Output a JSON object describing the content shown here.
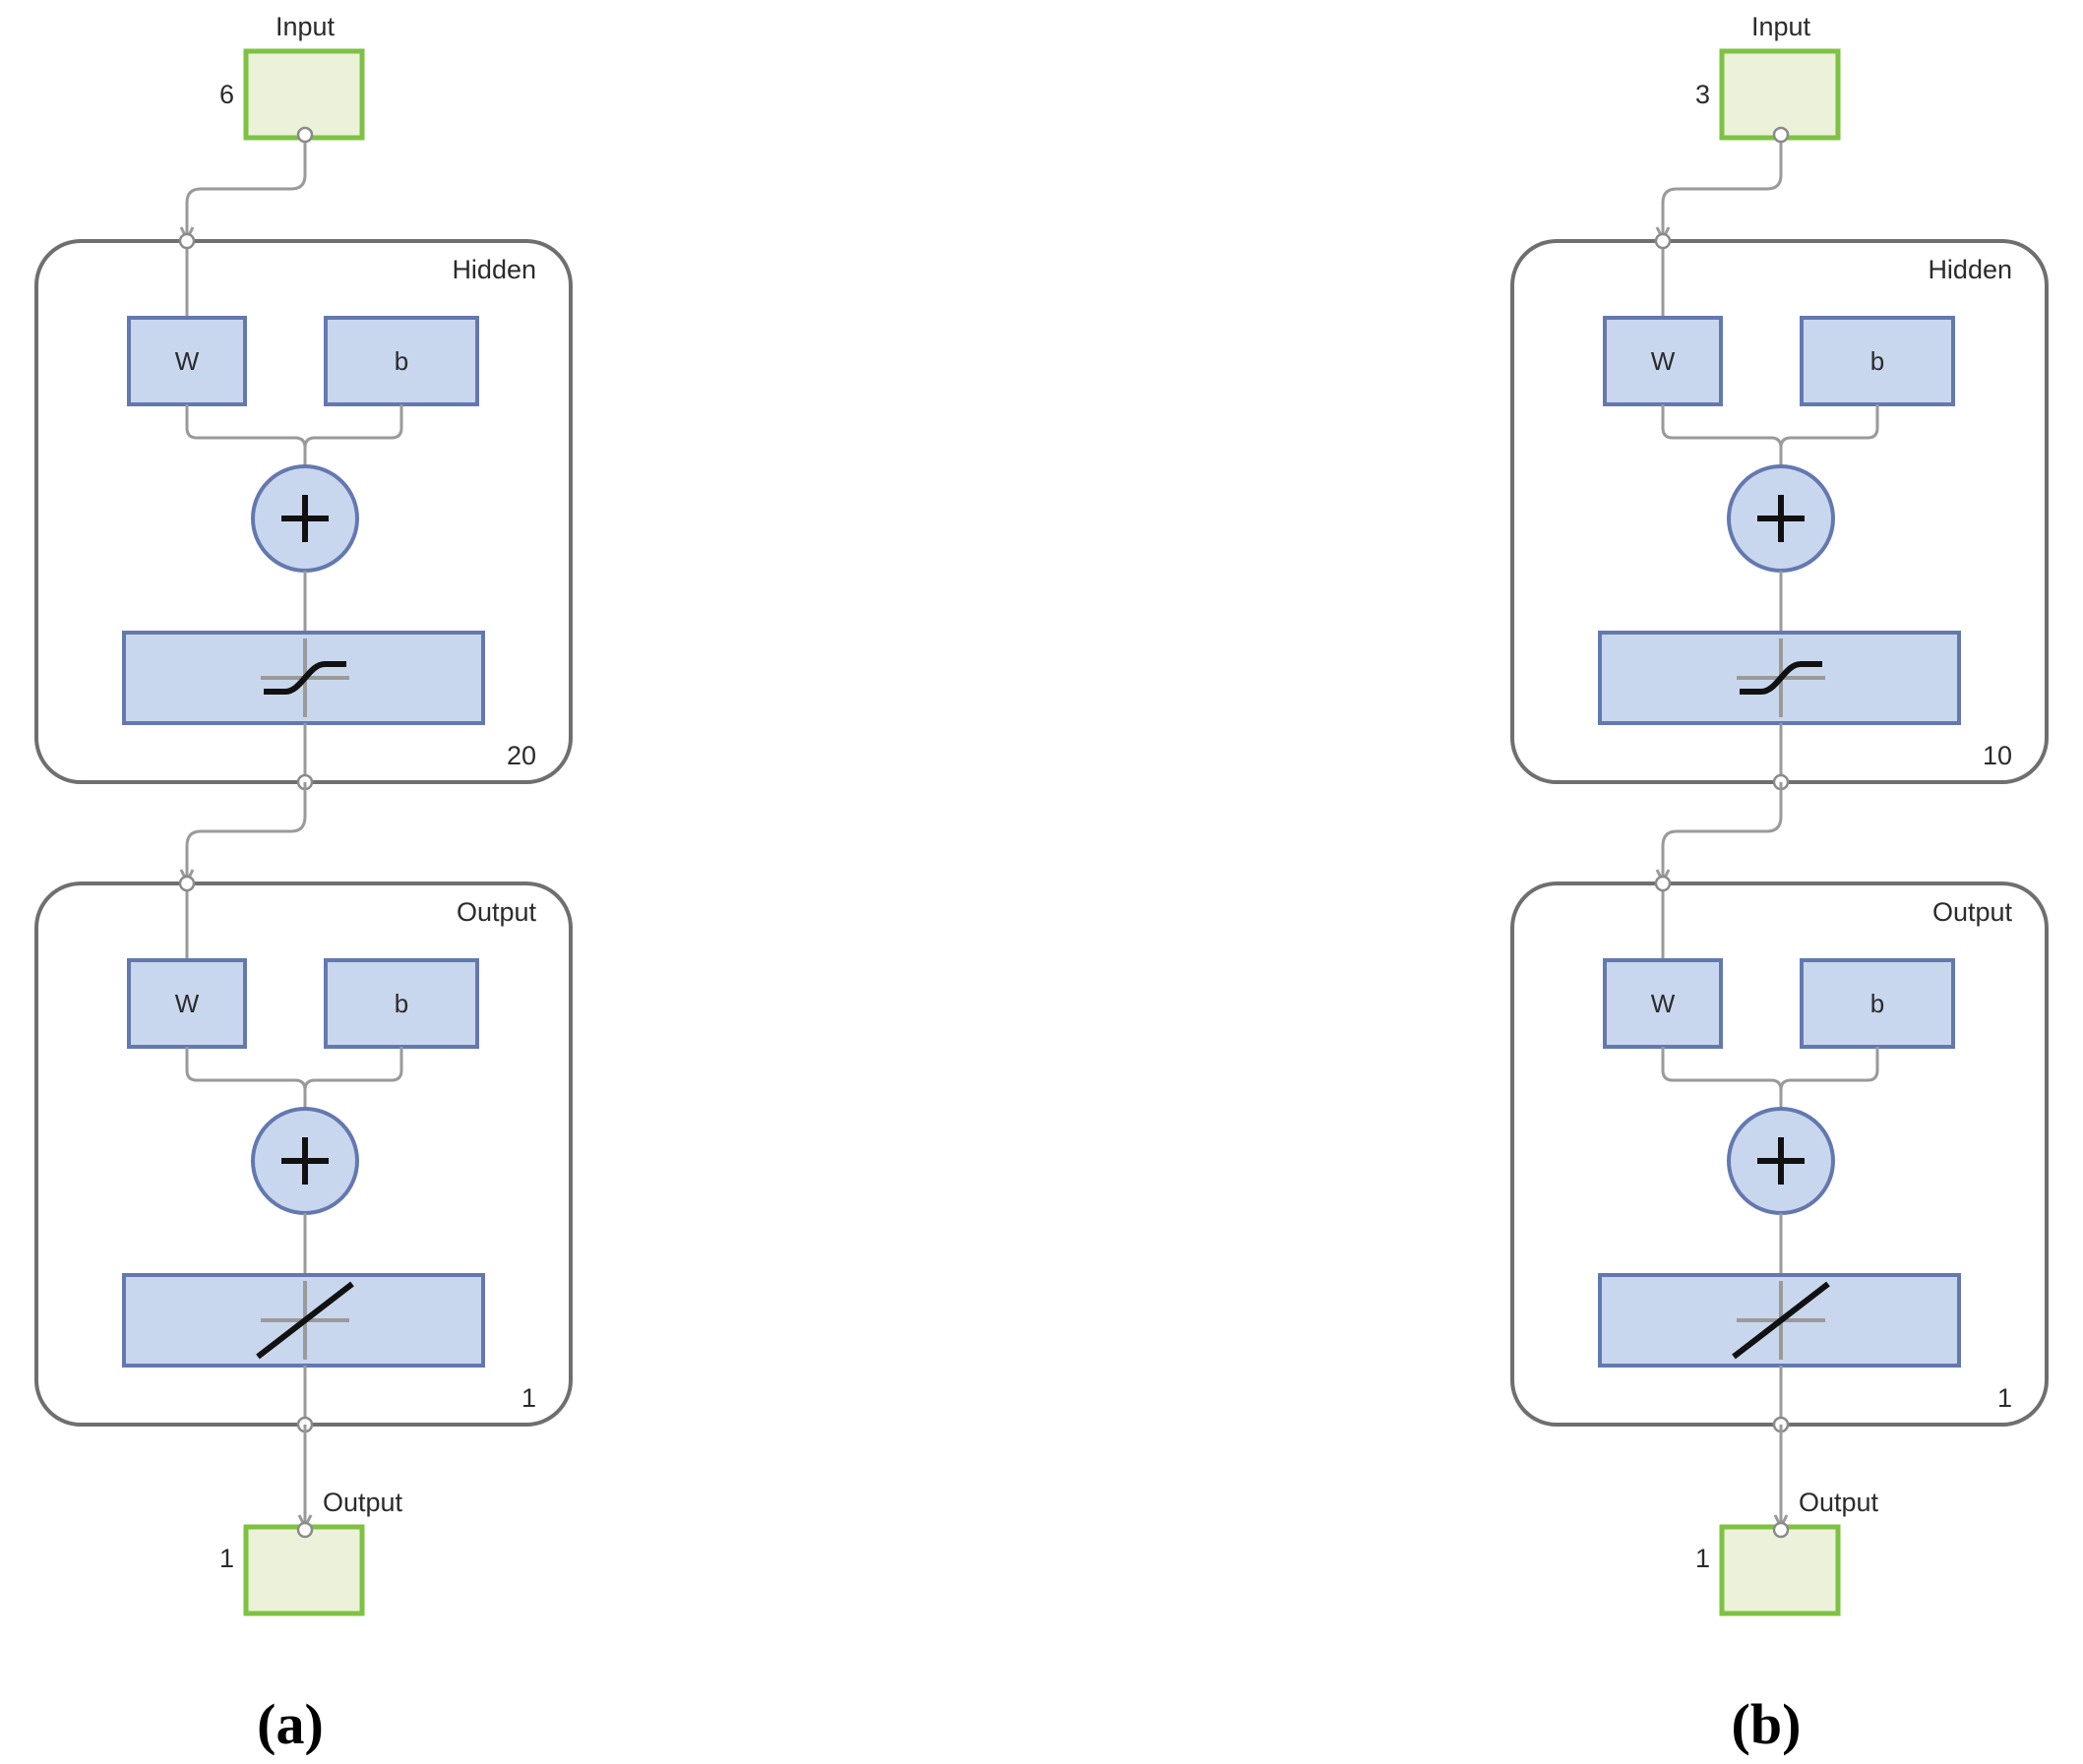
{
  "diagrams": [
    {
      "caption": "(a)",
      "input": {
        "label": "Input",
        "size": "6"
      },
      "hidden": {
        "label": "Hidden",
        "weight_label": "W",
        "bias_label": "b",
        "units": "20",
        "activation_icon": "sigmoid-icon"
      },
      "output_layer": {
        "label": "Output",
        "weight_label": "W",
        "bias_label": "b",
        "units": "1",
        "activation_icon": "linear-icon"
      },
      "output": {
        "label": "Output",
        "size": "1"
      }
    },
    {
      "caption": "(b)",
      "input": {
        "label": "Input",
        "size": "3"
      },
      "hidden": {
        "label": "Hidden",
        "weight_label": "W",
        "bias_label": "b",
        "units": "10",
        "activation_icon": "sigmoid-icon"
      },
      "output_layer": {
        "label": "Output",
        "weight_label": "W",
        "bias_label": "b",
        "units": "1",
        "activation_icon": "linear-icon"
      },
      "output": {
        "label": "Output",
        "size": "1"
      }
    }
  ],
  "colors": {
    "io_fill": "#ebf2d9",
    "io_border": "#7ec242",
    "block_fill": "#c9d7ee",
    "block_border": "#6478b0",
    "panel_border": "#6f6f6f",
    "wire": "#9a9a9a"
  },
  "icons": {
    "sum": "plus-icon",
    "hidden_transfer": "sigmoid-icon",
    "output_transfer": "linear-icon"
  }
}
